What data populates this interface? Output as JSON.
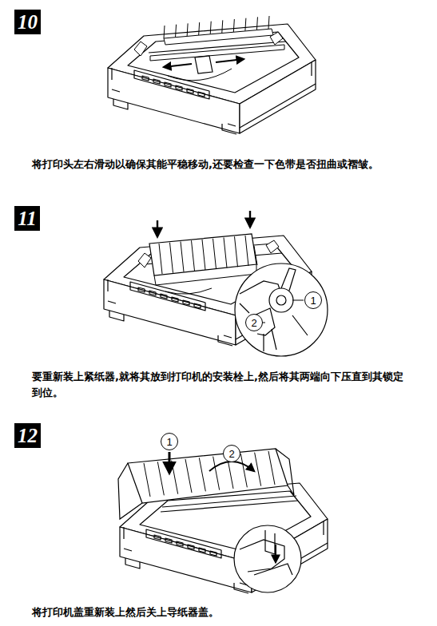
{
  "diagram": {
    "nodes": [
      {
        "text": [
          "10"
        ]
      },
      {
        "text": [
          "11"
        ]
      },
      {
        "text": [
          "1"
        ]
      },
      {
        "text": [
          "2"
        ]
      },
      {
        "text": [
          "12"
        ]
      },
      {
        "text": [
          "1"
        ]
      },
      {
        "text": [
          "2"
        ]
      }
    ],
    "labels": [
      "将打印头左右滑动以确保其能平稳移动,还要检查一下色带是否扭曲或褶皱。",
      "要重新装上紧纸器,就将其放到打印机的安装栓上,然后将其两端向下压直到其锁定到位。",
      "将打印机盖重新装上然后关上导纸器盖。"
    ]
  }
}
